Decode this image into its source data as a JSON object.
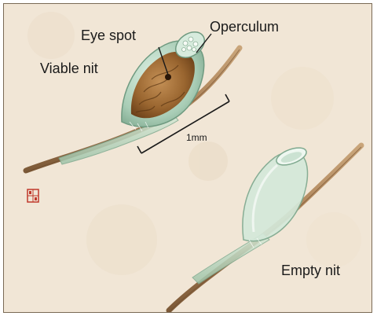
{
  "labels": {
    "eye_spot": "Eye spot",
    "operculum": "Operculum",
    "viable_nit": "Viable nit",
    "scale": "1mm",
    "empty_nit": "Empty nit"
  },
  "colors": {
    "background": "#f1e6d6",
    "hair": "#b9936a",
    "nit_shell": "#b7d6c2",
    "embryo": "#8a5a2a",
    "ink": "#1a1a1a",
    "stamp": "#c0392b"
  }
}
